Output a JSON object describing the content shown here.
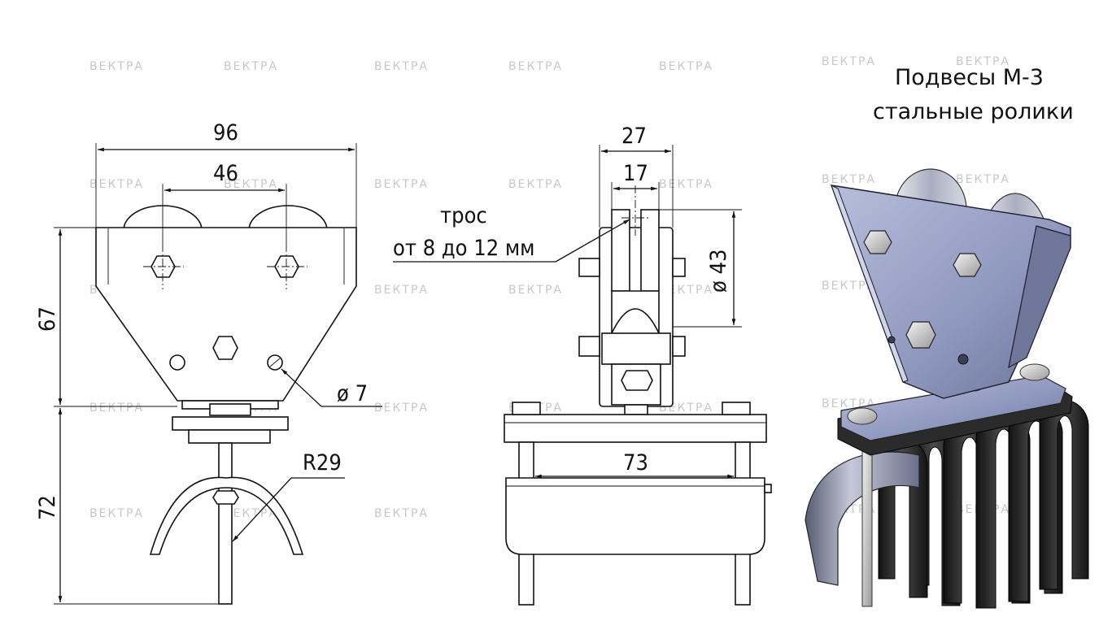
{
  "title": {
    "line1": "Подвесы М-3",
    "line2": "стальные ролики"
  },
  "watermark": "ВЕКТРА",
  "front_view": {
    "width_overall": "96",
    "width_axles": "46",
    "height_body": "67",
    "height_hanger": "72",
    "hole_diameter": "ø 7",
    "radius": "R29"
  },
  "side_view": {
    "width_outer": "27",
    "width_inner": "17",
    "wheel_diameter": "ø 43",
    "clamp_width": "73",
    "cable_note_line1": "трос",
    "cable_note_line2": "от 8 до 12 мм"
  },
  "colors": {
    "line": "#111111",
    "watermark": "#c8c8c8",
    "plate": "#9aa3c6",
    "cable": "#2a2a2a"
  }
}
